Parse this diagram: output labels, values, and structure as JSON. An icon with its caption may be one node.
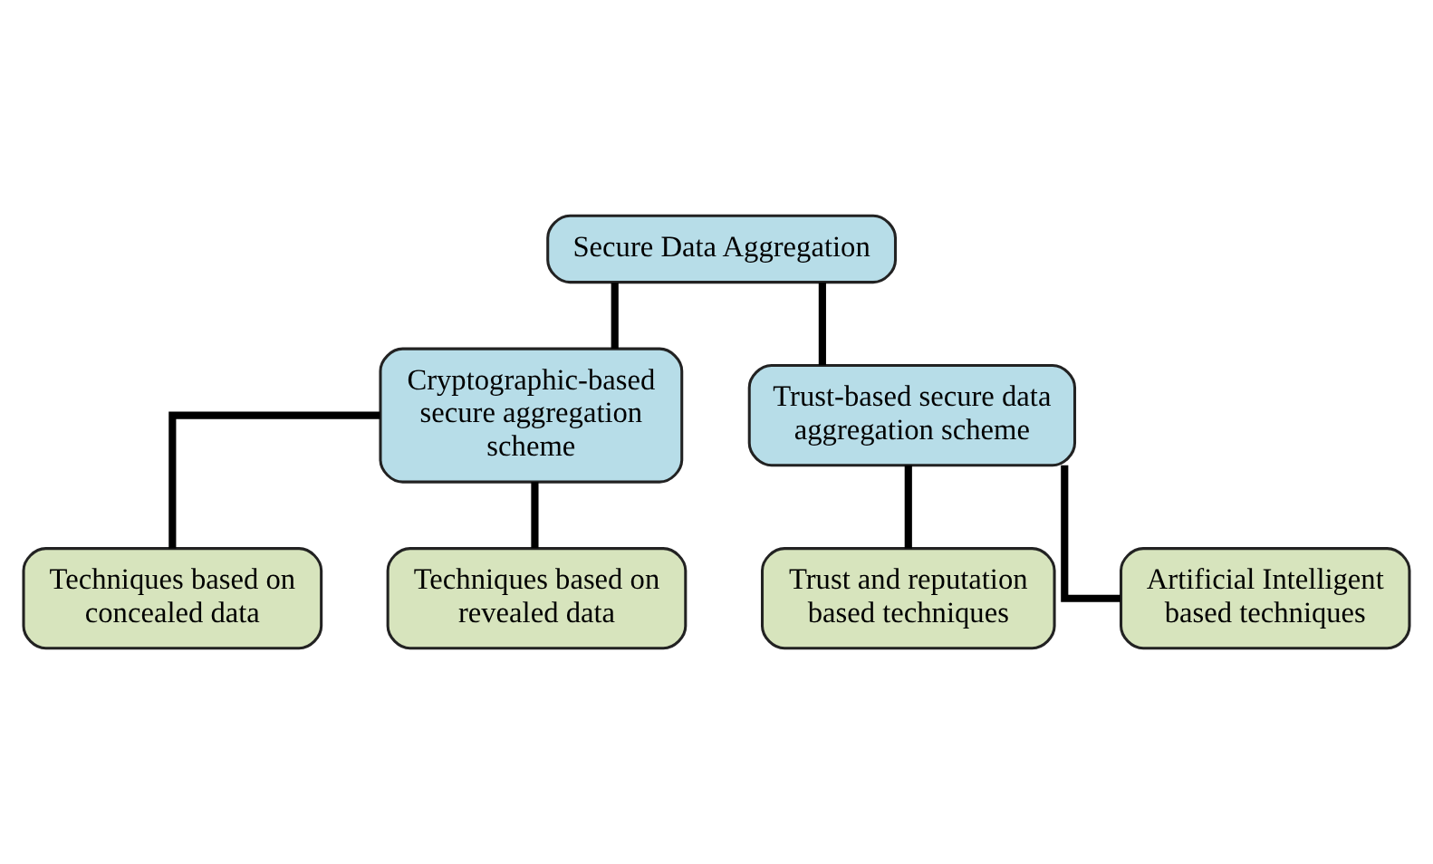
{
  "diagram": {
    "nodes": [
      {
        "text": [
          "Secure Data Aggregation"
        ]
      },
      {
        "text": [
          "Cryptographic-based secure aggregation scheme"
        ]
      },
      {
        "text": [
          "Trust-based secure data aggregation scheme"
        ]
      },
      {
        "text": [
          "Techniques based on concealed data"
        ]
      },
      {
        "text": [
          "Techniques based on revealed data"
        ]
      },
      {
        "text": [
          "Trust and reputation based techniques"
        ]
      },
      {
        "text": [
          "Artificial Intelligent based techniques"
        ]
      }
    ],
    "edges": [
      {
        "from": 0,
        "to": 1,
        "arrow": "none"
      },
      {
        "from": 0,
        "to": 2,
        "arrow": "none"
      },
      {
        "from": 1,
        "to": 3,
        "arrow": "none"
      },
      {
        "from": 1,
        "to": 4,
        "arrow": "none"
      },
      {
        "from": 2,
        "to": 5,
        "arrow": "none"
      },
      {
        "from": 2,
        "to": 6,
        "arrow": "none"
      }
    ]
  }
}
